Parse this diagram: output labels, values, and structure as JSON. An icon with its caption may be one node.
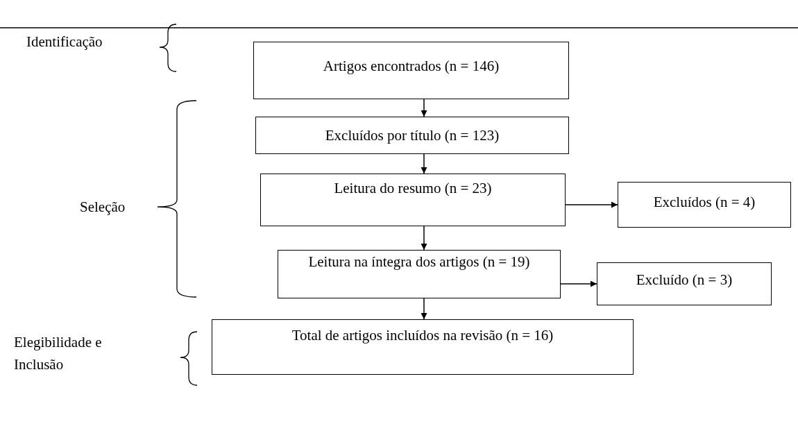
{
  "diagram": {
    "nodes": [
      {
        "text": [
          "Artigos encontrados (n = 146)"
        ]
      },
      {
        "text": [
          "Excluídos por título (n = 123)"
        ]
      },
      {
        "text": [
          "Leitura do resumo (n = 23)"
        ]
      },
      {
        "text": [
          "Excluídos (n = 4)"
        ]
      },
      {
        "text": [
          "Leitura na íntegra dos artigos (n = 19)"
        ]
      },
      {
        "text": [
          "Excluído (n = 3)"
        ]
      },
      {
        "text": [
          "Total de artigos incluídos na revisão (n = 16)"
        ]
      }
    ],
    "edges": [
      {
        "from": 0,
        "to": 1,
        "arrow": "to"
      },
      {
        "from": 1,
        "to": 2,
        "arrow": "to"
      },
      {
        "from": 2,
        "to": 3,
        "arrow": "to"
      },
      {
        "from": 2,
        "to": 4,
        "arrow": "to"
      },
      {
        "from": 4,
        "to": 5,
        "arrow": "to"
      },
      {
        "from": 4,
        "to": 6,
        "arrow": "to"
      }
    ],
    "labels": [
      "Identificação",
      "Seleção",
      "Elegibilidade e Inclusão"
    ]
  }
}
